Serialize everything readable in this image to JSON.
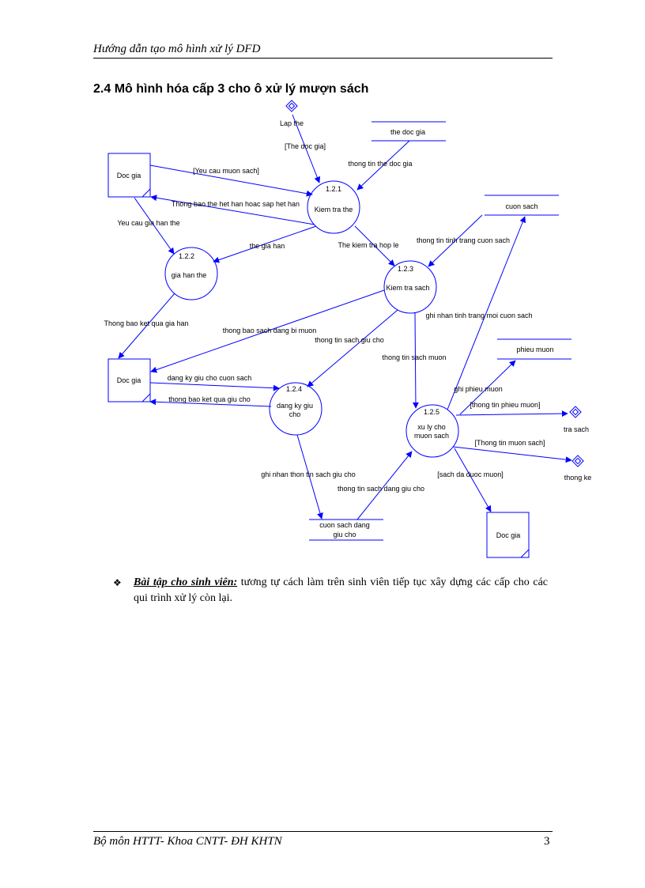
{
  "header": {
    "title": "Hướng dẫn tạo mô hình xử lý DFD"
  },
  "section": {
    "title": "2.4 Mô hình hóa cấp 3 cho ô xử lý mượn sách"
  },
  "diagram": {
    "colors": {
      "line": "#0000ff",
      "text": "#000000"
    },
    "processes": {
      "p121": {
        "id": "1.2.1",
        "name": "Kiem tra the"
      },
      "p122": {
        "id": "1.2.2",
        "name": "gia han the"
      },
      "p123": {
        "id": "1.2.3",
        "name": "Kiem tra sach"
      },
      "p124": {
        "id": "1.2.4",
        "name1": "dang ky giu",
        "name2": "cho"
      },
      "p125": {
        "id": "1.2.5",
        "name1": "xu ly cho",
        "name2": "muon sach"
      }
    },
    "entities": {
      "docgia1": "Doc gia",
      "docgia2": "Doc gia",
      "docgia3": "Doc gia"
    },
    "stores": {
      "thedocgia": "the doc gia",
      "cuonsach": "cuon sach",
      "phieumuon": "phieu muon",
      "cuonsachdanggiucho1": "cuon sach dang",
      "cuonsachdanggiucho2": "giu cho"
    },
    "connectors": {
      "lapthe": "Lap the",
      "trasach": "tra sach",
      "thongke": "thong ke"
    },
    "flows": {
      "thedocgia_bracket": "[The doc gia]",
      "yeucaumuonsach": "[Yeu cau muon sach]",
      "thongtinthedocgia": "thong tin the doc gia",
      "thongbaohethan": "Thong bao the het han hoac sap het han",
      "yeucaugiahanthe": "Yeu cau gia han the",
      "thegiahan": "the gia han",
      "thekiemtrahople": "The kiem tra hop le",
      "thongtintinhtrangcuonsach": "thong tin tinh trang cuon sach",
      "thongbaoketquagiahan": "Thong bao ket qua gia han",
      "thongbaosachdangbimuon": "thong bao sach dang bi muon",
      "thongtinsachgiucho": "thong tin sach giu cho",
      "ghinhantinhtrangmoicuonsach": "ghi nhan tinh trang moi cuon sach",
      "thongtinsachmuon": "thong tin sach muon",
      "dangkygiuchocuonsach": "dang ky giu cho cuon sach",
      "thongbaoketquagiucho": "thong bao ket qua giu cho",
      "ghiphieumuon": "ghi phieu muon",
      "thongtinphieumuon": "[thong tin phieu muon]",
      "thongtinmuonsach": "[Thong tin muon sach]",
      "ghinhanthontinsachgiucho": "ghi nhan thon tin sach giu cho",
      "thongtinsachdanggiucho": "thong tin sach dang giu cho",
      "sachdaduocmuon": "[sach da duoc muon]"
    }
  },
  "exercise": {
    "bullet_icon": "❖",
    "label": "Bài tập cho sinh viên:",
    "text": " tương tự cách làm trên sinh viên tiếp tục xây dựng các cấp cho các qui trình xử lý còn lại."
  },
  "footer": {
    "text": "Bộ môn HTTT- Khoa CNTT- ĐH KHTN",
    "page_number": "3"
  }
}
